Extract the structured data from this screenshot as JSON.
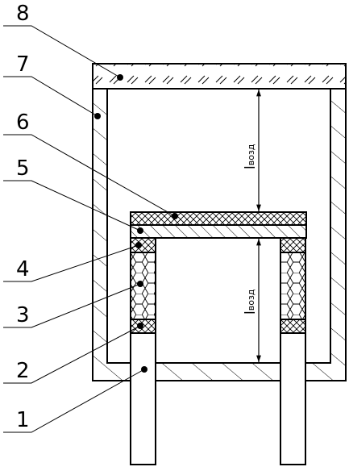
{
  "labels": {
    "l1": "1",
    "l2": "2",
    "l3": "3",
    "l4": "4",
    "l5": "5",
    "l6": "6",
    "l7": "7",
    "l8": "8"
  },
  "dimensions": {
    "upper": {
      "symbol": "l",
      "subscript": "возд"
    },
    "lower": {
      "symbol": "l",
      "subscript": "возд"
    }
  },
  "colors": {
    "line": "#000000",
    "background": "#ffffff"
  }
}
